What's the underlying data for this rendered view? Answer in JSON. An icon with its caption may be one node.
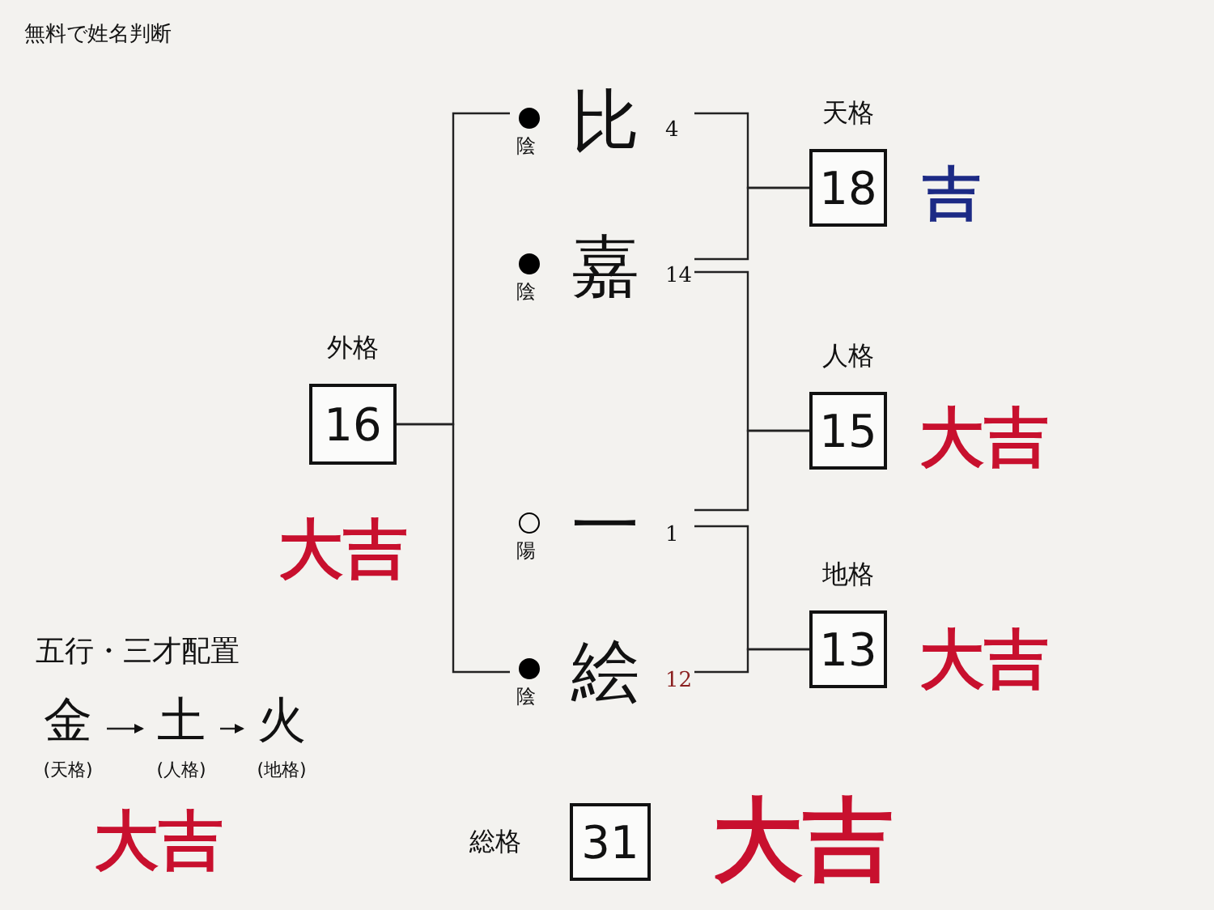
{
  "diagram": {
    "title": "無料で姓名判断",
    "nodes": [
      {
        "text": [
          "比"
        ],
        "beside": [
          "陰"
        ]
      },
      {
        "text": [
          "嘉"
        ],
        "beside": [
          "陰"
        ]
      },
      {
        "text": [
          "一"
        ],
        "beside": [
          "陽"
        ]
      },
      {
        "text": [
          "絵"
        ],
        "beside": [
          "陰"
        ]
      },
      {
        "text": [
          "外格",
          "16"
        ],
        "beside": [
          "大吉"
        ]
      },
      {
        "text": [
          "天格",
          "18"
        ],
        "beside": [
          "吉"
        ]
      },
      {
        "text": [
          "人格",
          "15"
        ],
        "beside": [
          "大吉"
        ]
      },
      {
        "text": [
          "地格",
          "13"
        ],
        "beside": [
          "大吉"
        ]
      },
      {
        "text": [
          "総格",
          "31"
        ],
        "beside": [
          "大吉"
        ]
      },
      {
        "text": [
          "金",
          "(天格)"
        ]
      },
      {
        "text": [
          "土",
          "(人格)"
        ]
      },
      {
        "text": [
          "火",
          "(地格)"
        ]
      }
    ],
    "edges": [
      {
        "from": 0,
        "to": 5,
        "arrow": "none"
      },
      {
        "from": 1,
        "to": 5,
        "arrow": "none"
      },
      {
        "from": 1,
        "to": 6,
        "arrow": "none"
      },
      {
        "from": 2,
        "to": 6,
        "arrow": "none"
      },
      {
        "from": 2,
        "to": 7,
        "arrow": "none"
      },
      {
        "from": 3,
        "to": 7,
        "arrow": "none"
      },
      {
        "from": 0,
        "to": 4,
        "arrow": "none"
      },
      {
        "from": 3,
        "to": 4,
        "arrow": "none"
      },
      {
        "from": 9,
        "to": 10,
        "arrow": "to"
      },
      {
        "from": 10,
        "to": 11,
        "arrow": "to"
      }
    ],
    "labels": [
      "4",
      "14",
      "1",
      "12",
      "五行・三才配置",
      "大吉"
    ]
  }
}
